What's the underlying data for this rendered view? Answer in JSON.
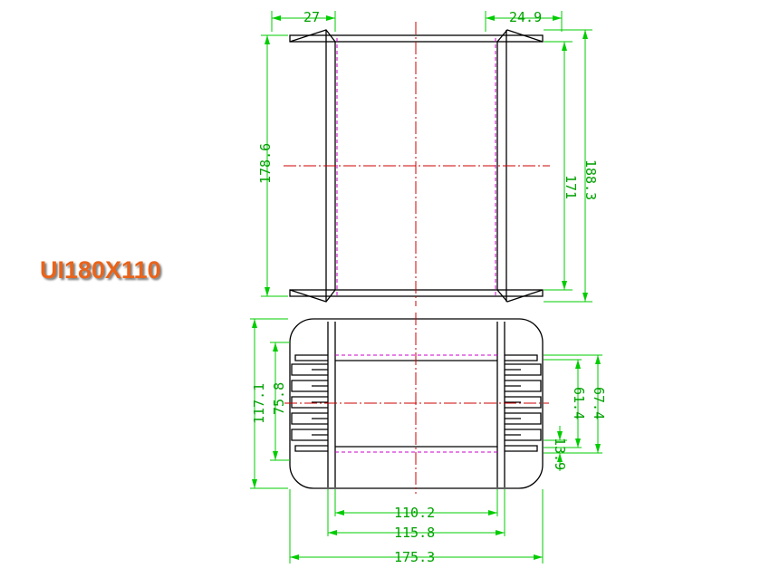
{
  "title": "UI180X110",
  "dimensions": {
    "top_left_width": "27",
    "top_right_width": "24.9",
    "left_height": "178.6",
    "inner_height": "171",
    "outer_height": "188.3",
    "bottom_left_outer": "117.1",
    "bottom_left_inner": "75.8",
    "bottom_right_outer": "67.4",
    "bottom_right_inner": "61.4",
    "bottom_right_small": "13.9",
    "width_inner": "110.2",
    "width_mid": "115.8",
    "width_outer": "175.3"
  },
  "colors": {
    "title": "#e8641b",
    "dimension": "#00cc00",
    "outline": "#000000",
    "centerline": "#cc0000",
    "hidden": "#cc00cc"
  }
}
